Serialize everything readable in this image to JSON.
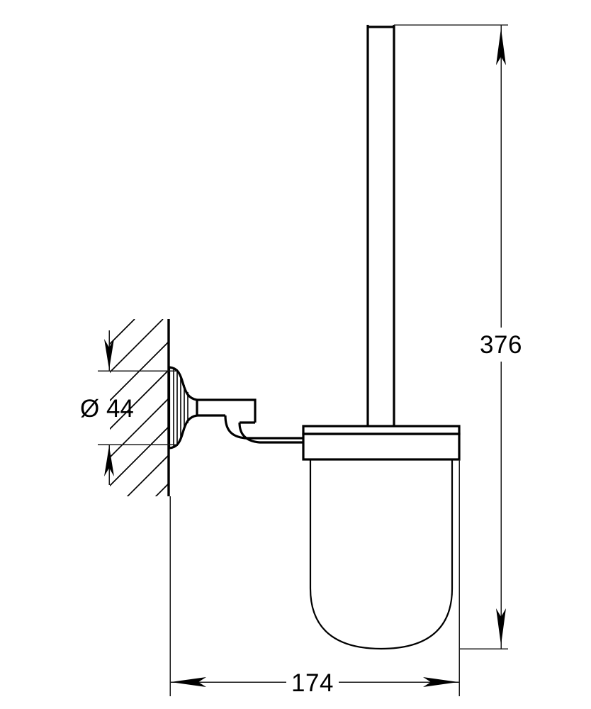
{
  "drawing": {
    "title": "Toilet brush set wall-mounted technical dimension drawing",
    "subject": "wall-mounted toilet brush holder with glass tumbler",
    "projection": "side elevation",
    "units": "mm",
    "line_color": "#000000",
    "background_color": "#ffffff"
  },
  "dimensions": {
    "height": {
      "name": "overall-height",
      "value": "376",
      "orientation": "vertical",
      "position": "right",
      "arrows": "both-ends-outward"
    },
    "width": {
      "name": "overall-projection",
      "value": "174",
      "orientation": "horizontal",
      "position": "bottom",
      "arrows": "both-ends-inward"
    },
    "diameter": {
      "name": "rosette-diameter",
      "symbol": "Ø",
      "value": "44",
      "label": "Ø 44",
      "orientation": "vertical",
      "position": "left",
      "arrows": "both-ends-inward"
    }
  },
  "components": {
    "wall": {
      "name": "wall-section",
      "hatching": "45-degree",
      "hatch_count": 13
    },
    "rosette": {
      "name": "wall-rosette",
      "shape": "flared-bell",
      "ribs": 5
    },
    "arm": {
      "name": "mounting-arm",
      "shape": "rectangular-block"
    },
    "tube": {
      "name": "curved-support-tube",
      "shape": "bent-tube"
    },
    "collar": {
      "name": "holder-collar",
      "shape": "banded-ring"
    },
    "glass": {
      "name": "glass-tumbler",
      "shape": "u-shaped-vessel"
    },
    "handle": {
      "name": "brush-handle",
      "shape": "vertical-rod"
    }
  }
}
